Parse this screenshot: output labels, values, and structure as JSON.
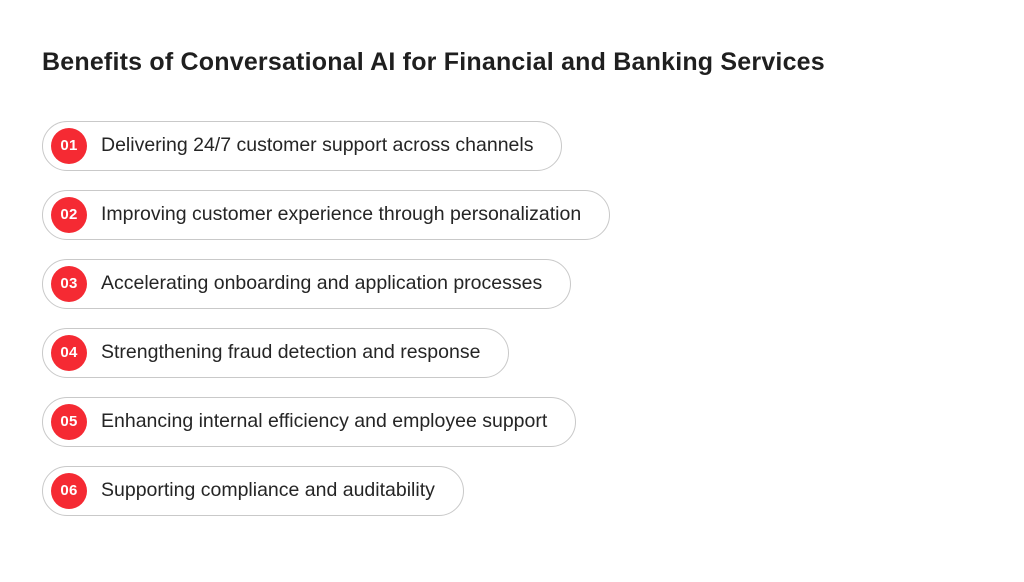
{
  "page": {
    "title": "Benefits of Conversational AI for Financial and Banking Services"
  },
  "items": [
    {
      "num": "01",
      "label": "Delivering 24/7 customer support across channels"
    },
    {
      "num": "02",
      "label": "Improving customer experience through personalization"
    },
    {
      "num": "03",
      "label": "Accelerating onboarding and application processes"
    },
    {
      "num": "04",
      "label": "Strengthening fraud detection and response"
    },
    {
      "num": "05",
      "label": "Enhancing internal efficiency and employee support"
    },
    {
      "num": "06",
      "label": "Supporting compliance and auditability"
    }
  ],
  "colors": {
    "badge_red": "#F52A33",
    "border_gray": "#C9C9C9",
    "title_text": "#1F1F1F",
    "body_text": "#252525",
    "background": "#FFFFFF"
  }
}
